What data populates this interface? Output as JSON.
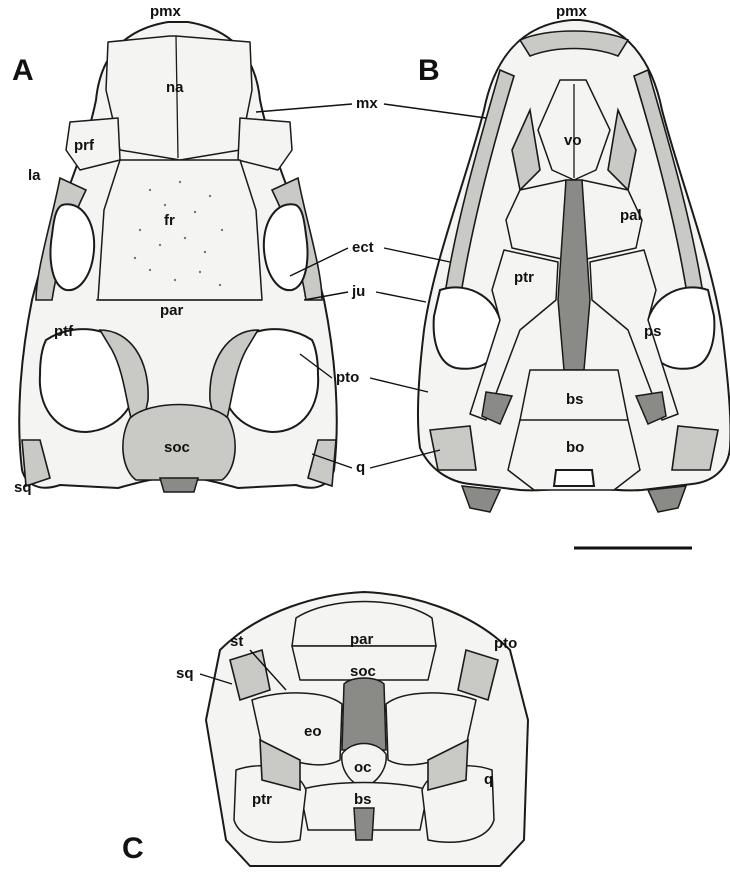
{
  "figure": {
    "panels": [
      {
        "letter": "A",
        "view": "dorsal skull"
      },
      {
        "letter": "B",
        "view": "ventral skull"
      },
      {
        "letter": "C",
        "view": "occipital skull"
      }
    ],
    "labels_a": {
      "pmx": "pmx",
      "na": "na",
      "prf": "prf",
      "la": "la",
      "fr": "fr",
      "par": "par",
      "ptf": "ptf",
      "soc": "soc",
      "sq": "sq"
    },
    "labels_b": {
      "pmx": "pmx",
      "vo": "vo",
      "pal": "pal",
      "ptr": "ptr",
      "ps": "ps",
      "bs": "bs",
      "bo": "bo"
    },
    "labels_shared": {
      "mx": "mx",
      "ect": "ect",
      "ju": "ju",
      "pto": "pto",
      "q": "q"
    },
    "labels_c": {
      "par": "par",
      "st": "st",
      "pto": "pto",
      "soc": "soc",
      "sq": "sq",
      "eo": "eo",
      "oc": "oc",
      "q": "q",
      "bs": "bs",
      "ptr": "ptr"
    },
    "scale_bar": true
  }
}
